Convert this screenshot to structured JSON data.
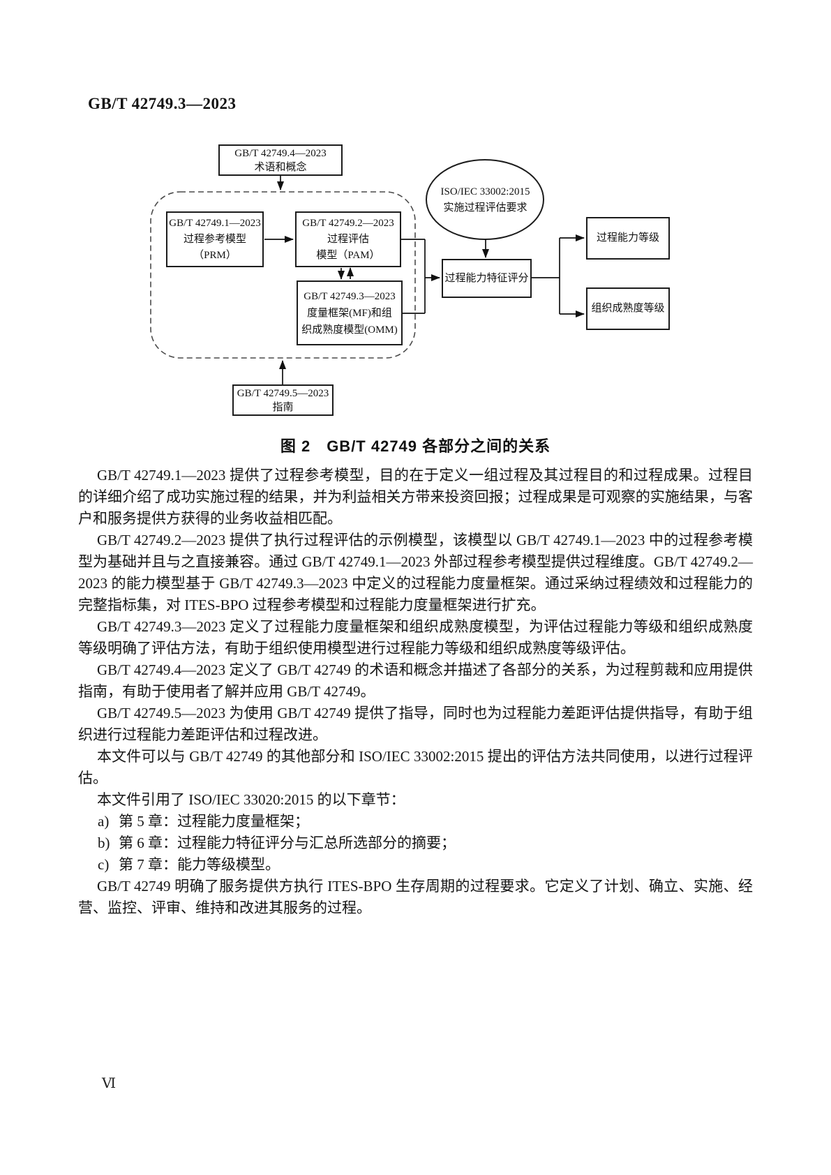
{
  "page": {
    "header": "GB/T 42749.3—2023",
    "page_number": "Ⅵ"
  },
  "figure": {
    "caption": "图 2　GB/T 42749 各部分之间的关系",
    "nodes": {
      "part4": {
        "line1": "GB/T 42749.4—2023",
        "line2": "术语和概念"
      },
      "part1": {
        "line1": "GB/T 42749.1—2023",
        "line2": "过程参考模型",
        "line3": "（PRM）"
      },
      "part2": {
        "line1": "GB/T 42749.2—2023",
        "line2": "过程评估",
        "line3": "模型（PAM）"
      },
      "part3": {
        "line1": "GB/T 42749.3—2023",
        "line2": "度量框架(MF)和组",
        "line3": "织成熟度模型(OMM)"
      },
      "part5": {
        "line1": "GB/T 42749.5—2023",
        "line2": "指南"
      },
      "iso": {
        "line1": "ISO/IEC 33002:2015",
        "line2": "实施过程评估要求"
      },
      "score": {
        "line1": "过程能力特征评分"
      },
      "capability": {
        "line1": "过程能力等级"
      },
      "maturity": {
        "line1": "组织成熟度等级"
      }
    }
  },
  "body": {
    "paragraphs": [
      "GB/T 42749.1—2023 提供了过程参考模型，目的在于定义一组过程及其过程目的和过程成果。过程目的详细介绍了成功实施过程的结果，并为利益相关方带来投资回报；过程成果是可观察的实施结果，与客户和服务提供方获得的业务收益相匹配。",
      "GB/T 42749.2—2023 提供了执行过程评估的示例模型，该模型以 GB/T 42749.1—2023 中的过程参考模型为基础并且与之直接兼容。通过 GB/T 42749.1—2023 外部过程参考模型提供过程维度。GB/T 42749.2—2023 的能力模型基于 GB/T 42749.3—2023 中定义的过程能力度量框架。通过采纳过程绩效和过程能力的完整指标集，对 ITES-BPO 过程参考模型和过程能力度量框架进行扩充。",
      "GB/T 42749.3—2023 定义了过程能力度量框架和组织成熟度模型，为评估过程能力等级和组织成熟度等级明确了评估方法，有助于组织使用模型进行过程能力等级和组织成熟度等级评估。",
      "GB/T 42749.4—2023 定义了 GB/T 42749 的术语和概念并描述了各部分的关系，为过程剪裁和应用提供指南，有助于使用者了解并应用 GB/T 42749。",
      "GB/T 42749.5—2023 为使用 GB/T 42749 提供了指导，同时也为过程能力差距评估提供指导，有助于组织进行过程能力差距评估和过程改进。",
      "本文件可以与 GB/T 42749 的其他部分和 ISO/IEC 33002:2015 提出的评估方法共同使用，以进行过程评估。",
      "本文件引用了 ISO/IEC 33020:2015 的以下章节："
    ],
    "list": [
      {
        "marker": "a)",
        "text": "第 5 章：过程能力度量框架；"
      },
      {
        "marker": "b)",
        "text": "第 6 章：过程能力特征评分与汇总所选部分的摘要；"
      },
      {
        "marker": "c)",
        "text": "第 7 章：能力等级模型。"
      }
    ],
    "closing": "GB/T 42749 明确了服务提供方执行 ITES-BPO 生存周期的过程要求。它定义了计划、确立、实施、经营、监控、评审、维持和改进其服务的过程。"
  }
}
